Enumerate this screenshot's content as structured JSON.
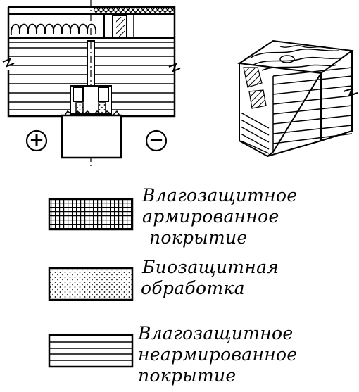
{
  "symbols": {
    "plus": "+",
    "minus": "−"
  },
  "legend": [
    {
      "pattern": "grid",
      "lines": [
        "Влагозащитное",
        "армированное",
        "покрытие"
      ]
    },
    {
      "pattern": "dots",
      "lines": [
        "Биозащитная",
        "обработка"
      ]
    },
    {
      "pattern": "stripes",
      "lines": [
        "Влагозащитное",
        "неармированное",
        "покрытие"
      ]
    }
  ]
}
